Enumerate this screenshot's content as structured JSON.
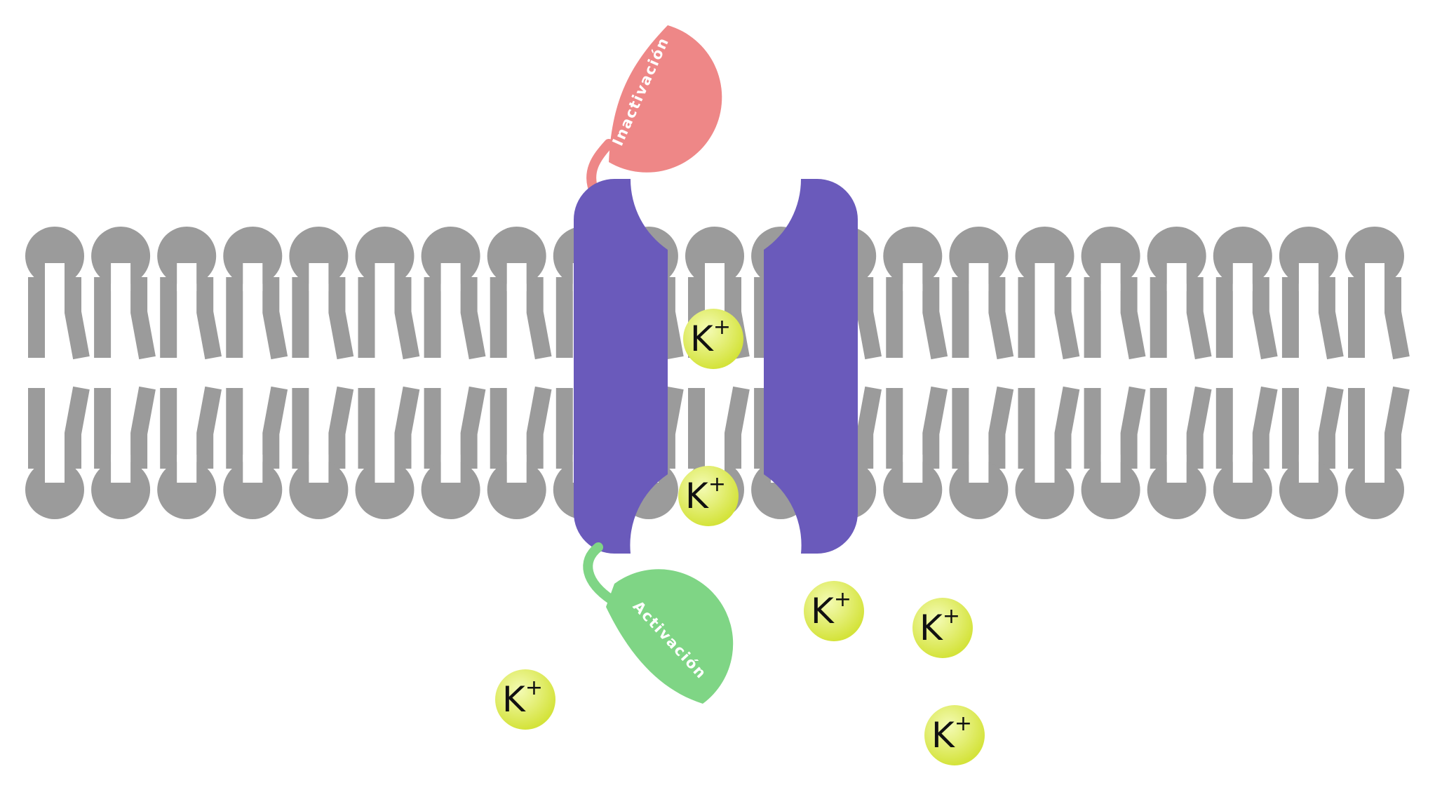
{
  "colors": {
    "membrane": "#9b9b9b",
    "channel": "#6a5abb",
    "inactivation_gate": "#ee8787",
    "activation_gate": "#7fd585",
    "ion_fill": "#d4e33a",
    "ion_highlight": "#f4fbb5",
    "background": "#ffffff"
  },
  "gates": {
    "inactivation": {
      "label": "Inactivación"
    },
    "activation": {
      "label": "Activación"
    }
  },
  "ions": {
    "symbol": "K",
    "charge": "+",
    "items": [
      {
        "id": "channel-top"
      },
      {
        "id": "channel-bottom"
      },
      {
        "id": "outside-1"
      },
      {
        "id": "outside-2"
      },
      {
        "id": "outside-3"
      },
      {
        "id": "outside-4"
      }
    ]
  },
  "membrane": {
    "lipid_count_per_leaflet": 21
  }
}
